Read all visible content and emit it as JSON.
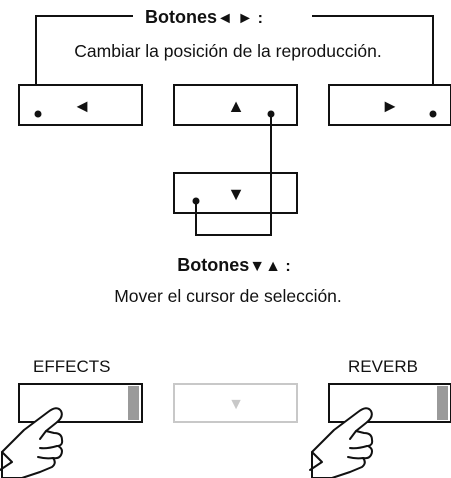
{
  "top_note": {
    "title_word": "Botones",
    "title_arrows": "◄ ► :",
    "description": "Cambiar la posición de la reproducción."
  },
  "bottom_note": {
    "title_word": "Botones",
    "title_arrows": "▼▲ :",
    "description": "Mover el cursor de selección."
  },
  "buttons": {
    "left_glyph": "◄",
    "up_glyph": "▲",
    "right_glyph": "►",
    "down_glyph": "▼",
    "middle_disabled_glyph": "▼",
    "effects_label": "EFFECTS",
    "reverb_label": "REVERB"
  },
  "colors": {
    "ink": "#111111",
    "disabled": "#c8c8c8",
    "led": "#9a9a9a"
  }
}
